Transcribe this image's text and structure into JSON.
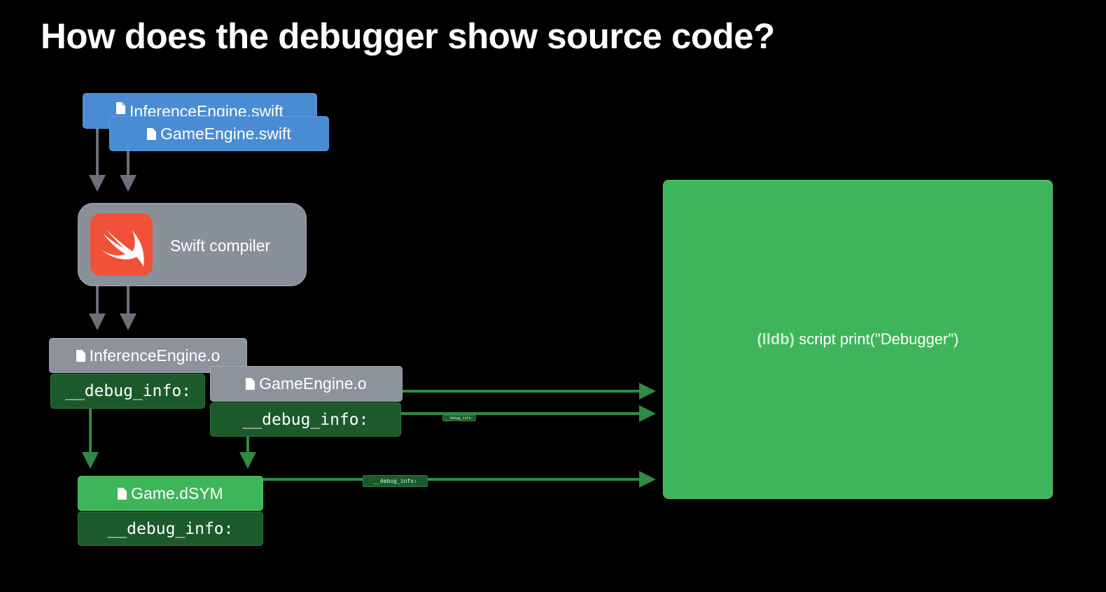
{
  "title": "How does the debugger show source code?",
  "sources": [
    "InferenceEngine.swift",
    "GameEngine.swift"
  ],
  "compiler": {
    "label": "Swift compiler",
    "icon": "swift-logo-icon"
  },
  "objects": [
    {
      "name": "InferenceEngine.o",
      "section": "__debug_info:"
    },
    {
      "name": "GameEngine.o",
      "section": "__debug_info:"
    }
  ],
  "dsym": {
    "name": "Game.dSYM",
    "section": "__debug_info:"
  },
  "flow_labels": [
    "__debug_info:",
    "__debug_info:"
  ],
  "debugger": {
    "prompt": "(lldb)",
    "command": " script print(\"Debugger\")"
  },
  "colors": {
    "source": "#4a8cd4",
    "object": "#8c939c",
    "debug_section": "#1c5a2b",
    "dsym": "#3db559",
    "debugger": "#3eb55a",
    "swift": "#f05138"
  }
}
